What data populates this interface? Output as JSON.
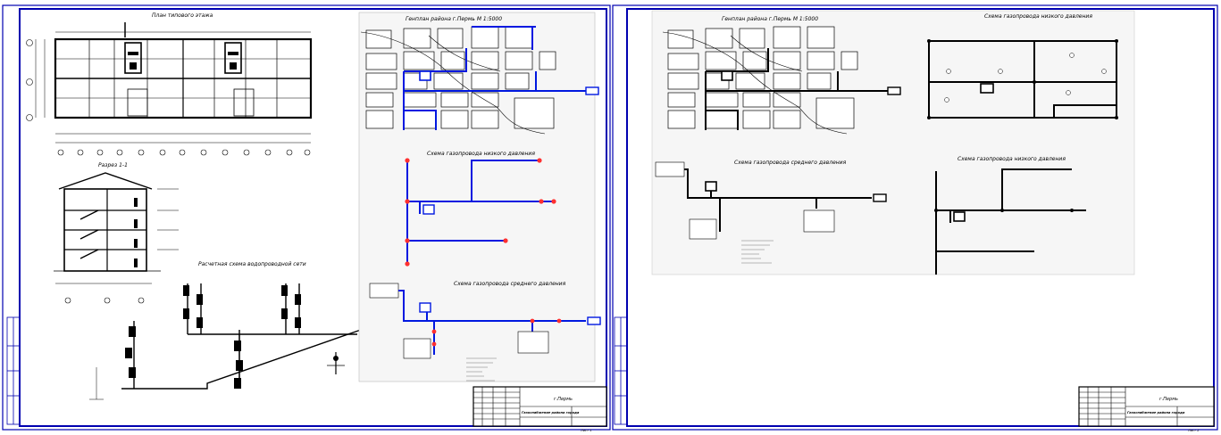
{
  "sheet1": {
    "floor_plan_title": "План типового этажа",
    "section_title": "Разрез 1-1",
    "water_supply_scheme_title": "Расчетная схема водопроводной сети",
    "genplan_title": "Генплан района г.Пермь М 1:5000",
    "low_pressure_title": "Схема газопровода низкого давления",
    "medium_pressure_title": "Схема газопровода среднего давления",
    "city": "г.Пермь",
    "stamp_title": "Газоснабжение района города",
    "sheet_label": "Лист 1"
  },
  "sheet2": {
    "genplan_title": "Генплан района г.Пермь М 1:5000",
    "low_pressure_title_top": "Схема газопровода низкого давления",
    "medium_pressure_title": "Схема газопровода среднего давления",
    "low_pressure_title_bottom": "Схема газопровода низкого давления",
    "city": "г.Пермь",
    "stamp_title": "Газоснабжение района города",
    "sheet_label": "Лист 2"
  },
  "colors": {
    "frame": "#0000b0",
    "line": "#000000",
    "network_blue": "#0018e0",
    "node_red": "#ff3030",
    "panel_bg": "#f6f6f6"
  }
}
